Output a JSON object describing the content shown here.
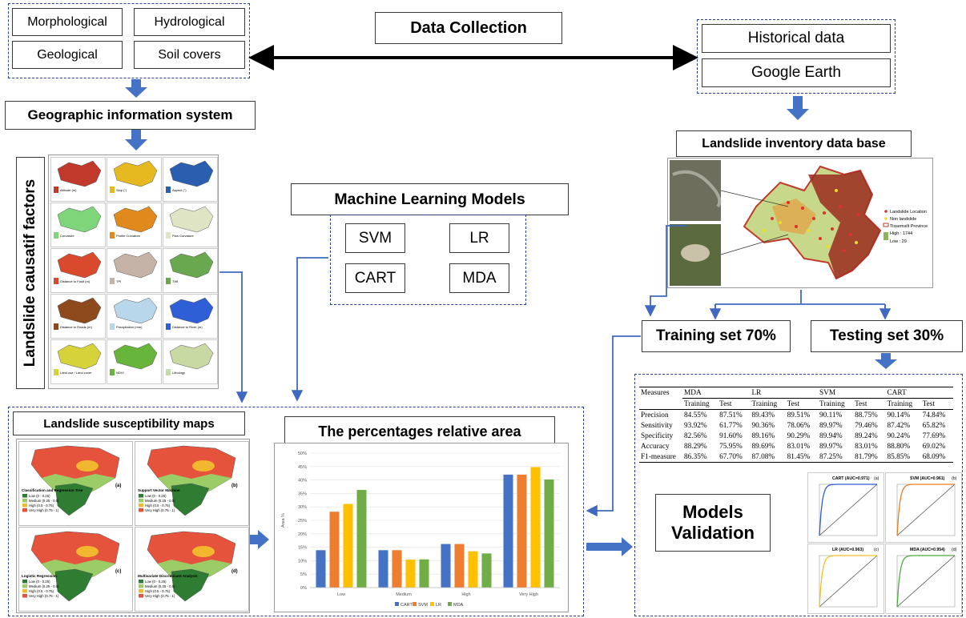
{
  "data_collection": {
    "title": "Data Collection",
    "left_sources": [
      "Morphological",
      "Hydrological",
      "Geological",
      "Soil covers"
    ],
    "right_sources": [
      "Historical data",
      "Google Earth"
    ]
  },
  "gis_label": "Geographic information system",
  "causative_factors_label": "Landslide causatif factors",
  "factor_maps": [
    {
      "title": "Altitude (m)",
      "color": "#c0392b"
    },
    {
      "title": "Slop (°)",
      "color": "#e5b91f"
    },
    {
      "title": "Aspect (°)",
      "color": "#2a5fb0"
    },
    {
      "title": "Curvature",
      "color": "#7fd67a"
    },
    {
      "title": "Profile Curvature",
      "color": "#e08a1e"
    },
    {
      "title": "Plan Curvature",
      "color": "#dfe4c4"
    },
    {
      "title": "Distance to Fault (m)",
      "color": "#d9492b"
    },
    {
      "title": "TPI",
      "color": "#c6b3a8"
    },
    {
      "title": "TWI",
      "color": "#6aa84f"
    },
    {
      "title": "Distance to Roads (m)",
      "color": "#8e4a1c"
    },
    {
      "title": "Precipitation (mm)",
      "color": "#b8d7ea"
    },
    {
      "title": "Distance to River (m)",
      "color": "#2f5fd6"
    },
    {
      "title": "Land use / Land cover",
      "color": "#d6d23a"
    },
    {
      "title": "NDVI",
      "color": "#67b53a"
    },
    {
      "title": "Lithology",
      "color": "#c9d9a3"
    }
  ],
  "ml_models": {
    "title": "Machine Learning Models",
    "models": [
      "SVM",
      "LR",
      "CART",
      "MDA"
    ]
  },
  "inventory": {
    "title": "Landslide inventory data base",
    "legend": [
      "Landslide Location",
      "Non landslide",
      "Tissemsilt Province",
      "High : 1744",
      "Low : 29"
    ],
    "colors": {
      "landslide": "#e03030",
      "non_landslide": "#e8e020",
      "province": "#c0392b"
    }
  },
  "split": {
    "training": "Training set 70%",
    "testing": "Testing set 30%"
  },
  "susceptibility": {
    "title": "Landslide susceptibility maps",
    "maps": [
      {
        "letter": "(a)",
        "name": "Classification and Regression Tree"
      },
      {
        "letter": "(b)",
        "name": "Support Vector Machine"
      },
      {
        "letter": "(c)",
        "name": "Logistic Regression"
      },
      {
        "letter": "(d)",
        "name": "Multivariate Discriminant Analysis"
      }
    ],
    "legend": [
      "Low (0 - 0.25)",
      "Medium (0.25 - 0.5)",
      "High (0.5 - 0.75)",
      "Very High (0.75 - 1)"
    ],
    "colors": [
      "#2f7d32",
      "#9ccc65",
      "#f0b72f",
      "#e5533d"
    ]
  },
  "area_title": "The percentages relative area",
  "chart_data": {
    "type": "bar",
    "categories": [
      "Low",
      "Medium",
      "High",
      "Very High"
    ],
    "series": [
      {
        "name": "CART",
        "color": "#4472c4",
        "values": [
          13.9,
          13.9,
          16.2,
          42.0
        ]
      },
      {
        "name": "SVM",
        "color": "#ed7d31",
        "values": [
          28.2,
          13.9,
          16.2,
          42.0
        ]
      },
      {
        "name": "LR",
        "color": "#ffc000",
        "values": [
          31.1,
          10.4,
          13.5,
          44.8
        ]
      },
      {
        "name": "MDA",
        "color": "#70ad47",
        "values": [
          36.3,
          10.5,
          12.7,
          40.2
        ]
      }
    ],
    "ylabel": "Area %",
    "ylim": [
      0,
      50
    ],
    "yticks": [
      "0%",
      "5%",
      "10%",
      "15%",
      "20%",
      "25%",
      "30%",
      "35%",
      "40%",
      "45%",
      "50%"
    ],
    "legend_position": "bottom"
  },
  "validation": {
    "title_line1": "Models",
    "title_line2": "Validation",
    "table": {
      "header_label": "Measures",
      "models": [
        "MDA",
        "LR",
        "SVM",
        "CART"
      ],
      "subheaders": [
        "Training",
        "Test"
      ],
      "rows": [
        {
          "label": "Precision",
          "values": [
            "84.55%",
            "87.51%",
            "89.43%",
            "89.51%",
            "90.11%",
            "88.75%",
            "90.14%",
            "74.84%"
          ]
        },
        {
          "label": "Sensitivity",
          "values": [
            "93.92%",
            "61.77%",
            "90.36%",
            "78.06%",
            "89.97%",
            "79.46%",
            "87.42%",
            "65.82%"
          ]
        },
        {
          "label": "Specificity",
          "values": [
            "82.56%",
            "91.60%",
            "89.16%",
            "90.29%",
            "89.94%",
            "89.24%",
            "90.24%",
            "77.69%"
          ]
        },
        {
          "label": "Accuracy",
          "values": [
            "88.29%",
            "75.95%",
            "89.69%",
            "83.01%",
            "89.97%",
            "83.01%",
            "88.80%",
            "69.02%"
          ]
        },
        {
          "label": "F1-measure",
          "values": [
            "86.35%",
            "67.70%",
            "87.08%",
            "81.45%",
            "87.25%",
            "81.79%",
            "85.85%",
            "68.09%"
          ]
        }
      ]
    },
    "roc": [
      {
        "title": "CART (AUC=0.971)",
        "letter": "(a)",
        "auc": 0.971,
        "color": "#2e5cd6"
      },
      {
        "title": "SVM (AUC=0.961)",
        "letter": "(b)",
        "auc": 0.961,
        "color": "#ee7d22"
      },
      {
        "title": "LR (AUC=0.963)",
        "letter": "(c)",
        "auc": 0.963,
        "color": "#f2c21f"
      },
      {
        "title": "MDA (AUC=0.954)",
        "letter": "(d)",
        "auc": 0.954,
        "color": "#4fa842"
      }
    ]
  }
}
